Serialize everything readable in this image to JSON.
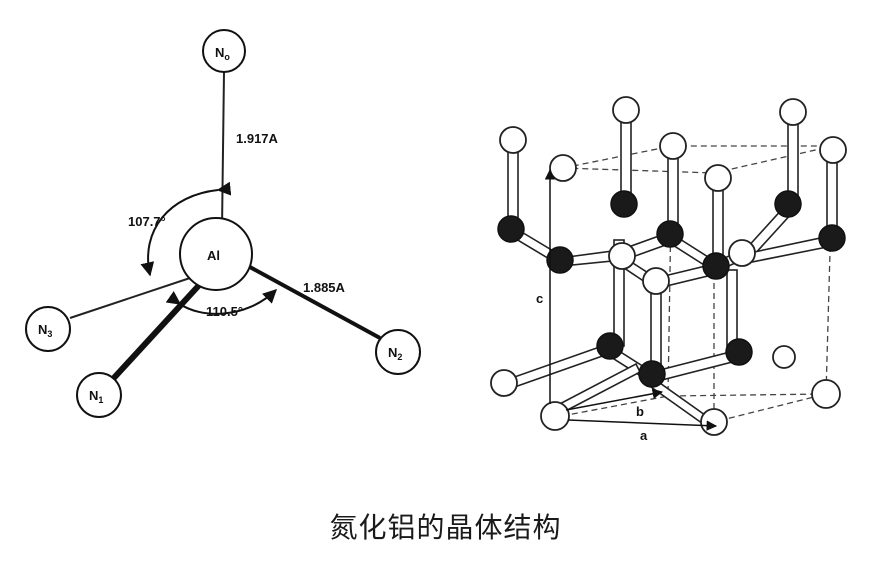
{
  "left_diagram": {
    "atoms": {
      "center": "Al",
      "top": {
        "symbol": "N",
        "sub": "o"
      },
      "right": {
        "symbol": "N",
        "sub": "2"
      },
      "left": {
        "symbol": "N",
        "sub": "3"
      },
      "bottom": {
        "symbol": "N",
        "sub": "1"
      }
    },
    "bond_top_length": "1.917A",
    "bond_right_length": "1.885A",
    "angle_left": "107.7°",
    "angle_bottom": "110.5°"
  },
  "right_diagram": {
    "axis_a": "a",
    "axis_b": "b",
    "axis_c": "c",
    "atom_colors": {
      "light": "#ffffff",
      "dark": "#1a1a1a"
    }
  },
  "caption": "氮化铝的晶体结构"
}
